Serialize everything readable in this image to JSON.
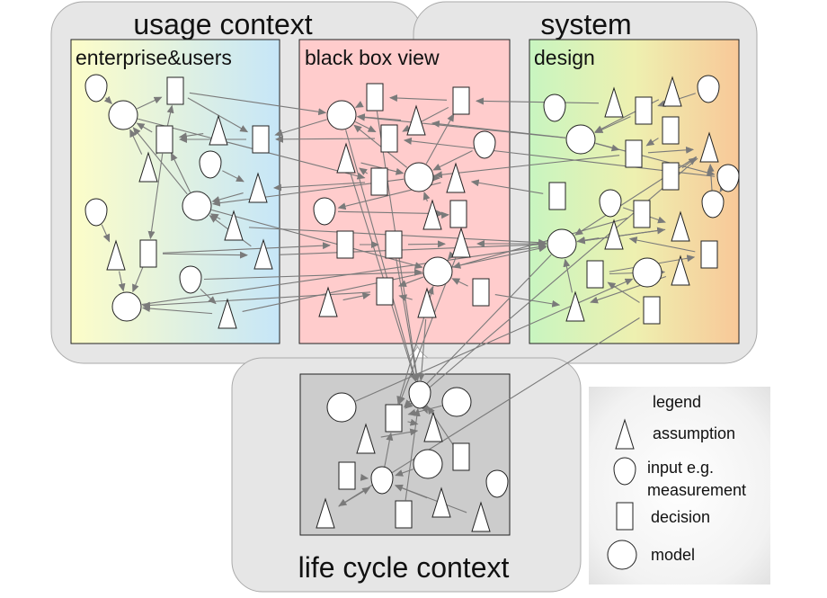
{
  "regions": {
    "usage_context": "usage context",
    "system": "system",
    "life_cycle_context": "life cycle context"
  },
  "panels": {
    "enterprise_users": "enterprise&users",
    "black_box_view": "black box view",
    "design": "design"
  },
  "symbols": {
    "assumption": "a",
    "input": "i",
    "decision": "d",
    "model": "m"
  },
  "legend": {
    "title": "legend",
    "assumption": "assumption",
    "input_line1": "input e.g.",
    "input_line2": "measurement",
    "decision": "decision",
    "model": "model"
  },
  "colors": {
    "region_fill": "#e6e6e6",
    "enterprise_gradient": [
      "#fdfdc8",
      "#c6e6f8"
    ],
    "black_box_fill": "#ffcccc",
    "design_gradient": [
      "#c8f5c0",
      "#f8c898"
    ],
    "life_cycle_fill": "#cccccc",
    "edge": "#7a7a7a"
  }
}
